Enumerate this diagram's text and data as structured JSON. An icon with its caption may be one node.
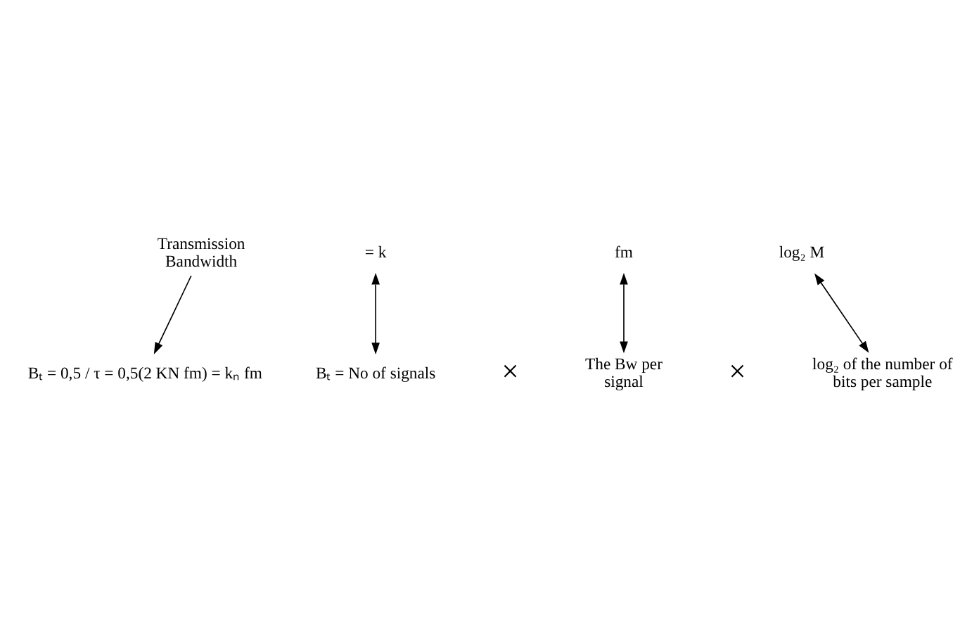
{
  "diagram": {
    "nodes": [
      {
        "text": [
          "Bₜ = 0,5 / τ = 0,5(2 KN fm) = kₙ fm"
        ]
      },
      {
        "text": [
          "Transmission Bandwidth"
        ]
      },
      {
        "text": [
          "= k"
        ]
      },
      {
        "text": [
          "fm"
        ]
      },
      {
        "text": [
          "log₂ M"
        ]
      },
      {
        "text": [
          "Bₜ = No of signals"
        ]
      },
      {
        "text": [
          "The Bw per signal"
        ]
      },
      {
        "text": [
          "log₂ of the number of bits per sample"
        ]
      }
    ],
    "edges": [
      {
        "from": 1,
        "to": 0,
        "arrow": "to"
      },
      {
        "from": 2,
        "to": 5,
        "arrow": "both"
      },
      {
        "from": 3,
        "to": 6,
        "arrow": "both"
      },
      {
        "from": 4,
        "to": 7,
        "arrow": "both"
      }
    ],
    "labels": [
      "×",
      "×"
    ]
  }
}
